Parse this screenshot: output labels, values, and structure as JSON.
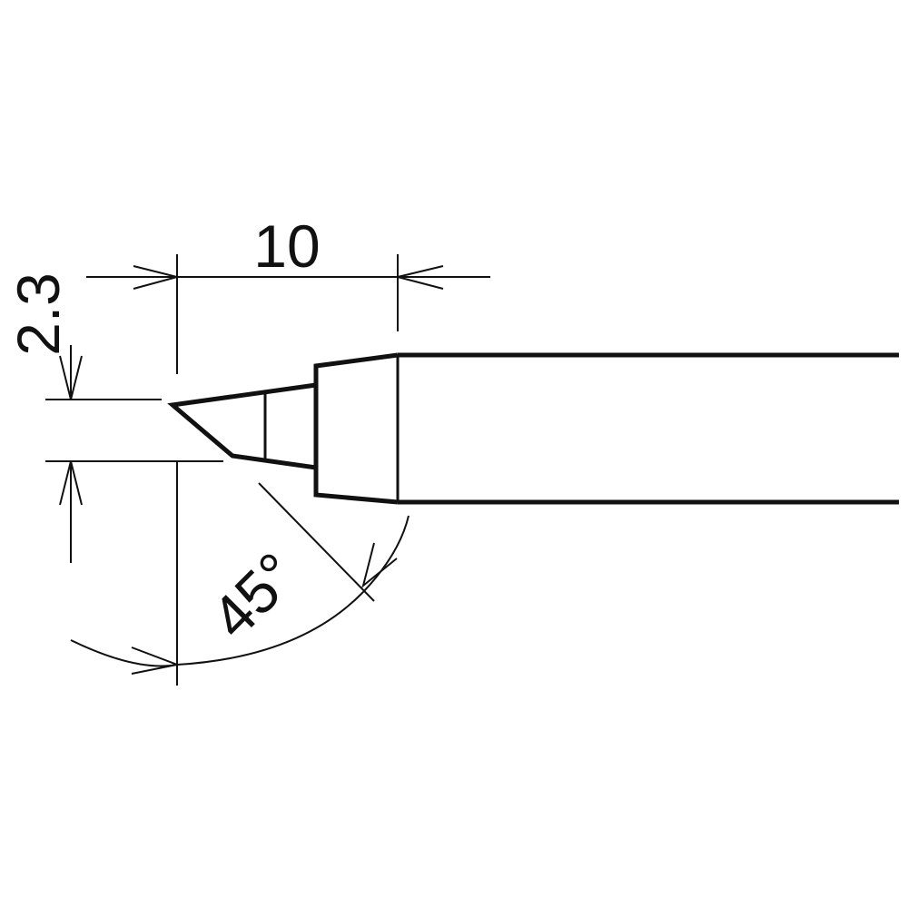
{
  "dimensions": {
    "length_label": "10",
    "diameter_label": "2.3",
    "angle_label": "45°"
  },
  "colors": {
    "line": "#111111",
    "background": "#ffffff"
  }
}
